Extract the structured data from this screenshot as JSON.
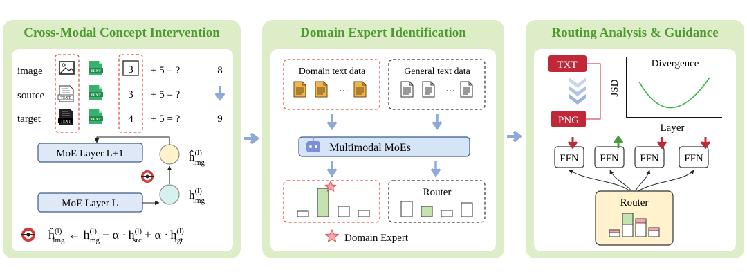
{
  "panels": {
    "p1": {
      "title": "Cross-Modal Concept Intervention",
      "rows": [
        {
          "label": "image",
          "num": "3",
          "op": "+ 5 = ?",
          "result": "8"
        },
        {
          "label": "source",
          "num": "3",
          "op": "+ 5 = ?",
          "result": ""
        },
        {
          "label": "target",
          "num": "4",
          "op": "+ 5 = ?",
          "result": "9"
        }
      ],
      "icon_text": "TEXT",
      "layer_top": "MoE Layer L+1",
      "layer_bottom": "MoE Layer L",
      "h_hat": "ĥ",
      "h": "h",
      "sup": "(l)",
      "sub_img": "img",
      "sub_src": "src",
      "sub_tgt": "tgt",
      "eq_arrow": "←",
      "eq_minus_alpha": "− α ·",
      "eq_plus_alpha": "+ α ·"
    },
    "p2": {
      "title": "Domain Expert Identification",
      "domain_text": "Domain text data",
      "general_text": "General text data",
      "ellipsis": "···",
      "moe": "Multimodal MoEs",
      "router": "Router",
      "legend": "Domain Expert"
    },
    "p3": {
      "title": "Routing Analysis & Guidance",
      "txt": "TXT",
      "png": "PNG",
      "chart_title": "Divergence",
      "ylabel": "JSD",
      "xlabel": "Layer",
      "ffn": [
        "FFN",
        "FFN",
        "FFN",
        "FFN"
      ],
      "router": "Router"
    }
  },
  "colors": {
    "title_green": "#4e9a2c",
    "panel_bg": "#dcedc8",
    "red_dashed": "#d9534f",
    "txt_red": "#c0283a",
    "arrow_blue": "#8eaadb",
    "curve_green": "#3bb54a",
    "router_fill": "#fff2cc",
    "moe_fill": "#d6e4f7"
  }
}
